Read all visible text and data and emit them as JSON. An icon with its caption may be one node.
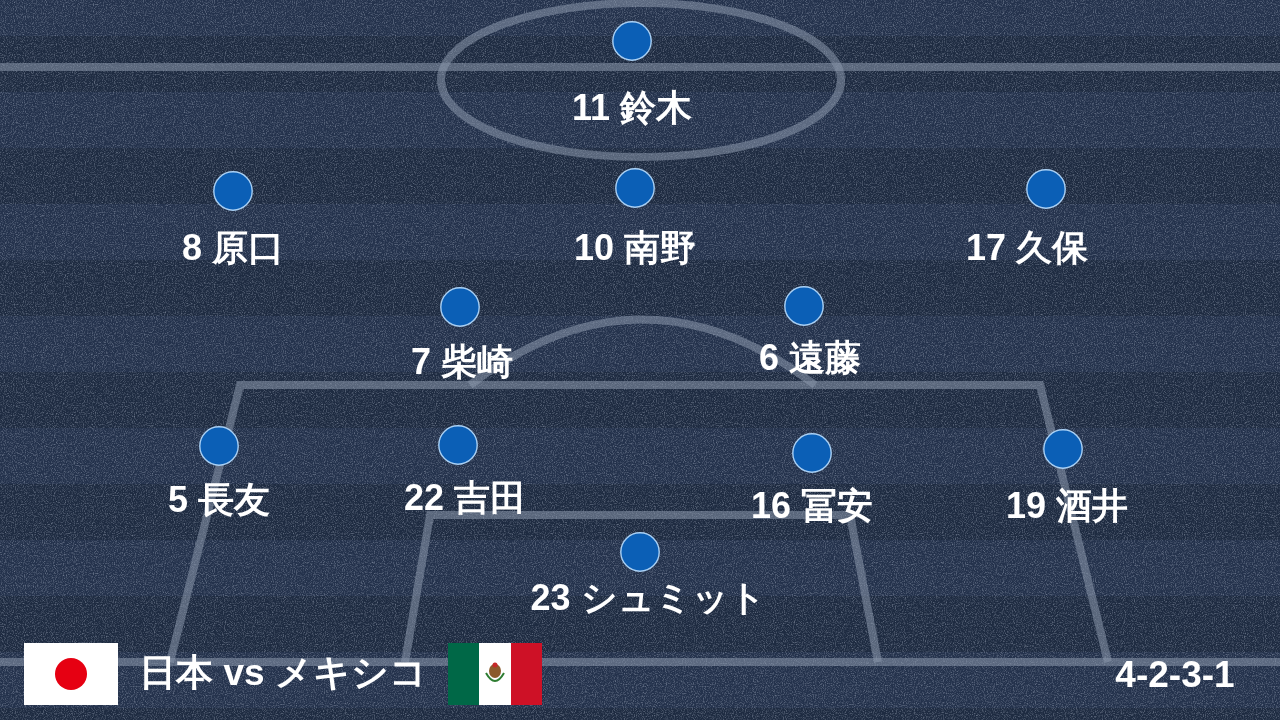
{
  "diagram": {
    "nodes": [
      {
        "text": [],
        "shape": "circle",
        "beside": [
          "11 鈴木"
        ]
      },
      {
        "text": [],
        "shape": "circle",
        "beside": [
          "8 原口"
        ]
      },
      {
        "text": [],
        "shape": "circle",
        "beside": [
          "10 南野"
        ]
      },
      {
        "text": [],
        "shape": "circle",
        "beside": [
          "17 久保"
        ]
      },
      {
        "text": [],
        "shape": "circle",
        "beside": [
          "7 柴崎"
        ]
      },
      {
        "text": [],
        "shape": "circle",
        "beside": [
          "6 遠藤"
        ]
      },
      {
        "text": [],
        "shape": "circle",
        "beside": [
          "5 長友"
        ]
      },
      {
        "text": [],
        "shape": "circle",
        "beside": [
          "22 吉田"
        ]
      },
      {
        "text": [],
        "shape": "circle",
        "beside": [
          "16 冨安"
        ]
      },
      {
        "text": [],
        "shape": "circle",
        "beside": [
          "19 酒井"
        ]
      },
      {
        "text": [],
        "shape": "circle",
        "beside": [
          "23 シュミット"
        ]
      }
    ],
    "labels": [
      "日本 vs メキシコ",
      "4-2-3-1"
    ]
  }
}
